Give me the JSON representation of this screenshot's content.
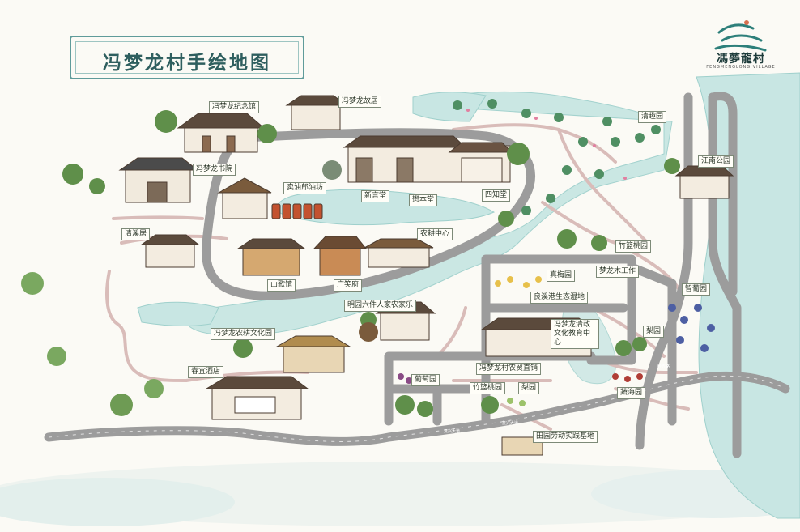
{
  "map": {
    "title": "冯梦龙村手绘地图",
    "logo": {
      "name": "馮夢龍村",
      "subtitle": "FENGMENGLONG VILLAGE",
      "accent_color": "#2d7f7a"
    },
    "colors": {
      "water": "#c8e6e3",
      "water_edge": "#9fd0cc",
      "road": "#9a9a9a",
      "path": "#d7b7b4",
      "roof": "#5b4a3c",
      "wall": "#f3ece0",
      "tree": "#5f8f4a",
      "title": "#2f5f5f"
    },
    "labels": {
      "memorial": "冯梦龙纪念馆",
      "residence": "冯梦龙故居",
      "academy": "冯梦龙书院",
      "yingdui": "新言堂",
      "youyou": "懋本堂",
      "sizhi": "四知堂",
      "oil": "卖油郎油坊",
      "qingpao": "清溪居",
      "shange": "山歌馆",
      "guangxian": "广笑府",
      "jingguan": "农耕中心",
      "liuren": "明园六件人家农家乐",
      "farmcult": "冯梦龙农耕文化园",
      "jieqi": "春宜酒店",
      "qinghe": "清趣园",
      "jiangnan": "江南公园",
      "jinghe": "竹篮桃园",
      "jiedai": "梦龙木工作",
      "zhemei": "真梅园",
      "ecology": "良溪港生态湿地",
      "govt": "冯梦龙清政文化教育中心",
      "zhiyuan": "智葡园",
      "guoyuan": "梨园",
      "putao": "葡萄园",
      "market": "冯梦龙村农贸直销",
      "taoyuan": "竹篮桃园",
      "liyuan": "梨园",
      "jiuhai": "蔬海园",
      "labor": "田园劳动实践基地"
    },
    "roads": {
      "south_a": "复兴大道",
      "south_b": "复兴大道",
      "east": "经五路"
    }
  }
}
